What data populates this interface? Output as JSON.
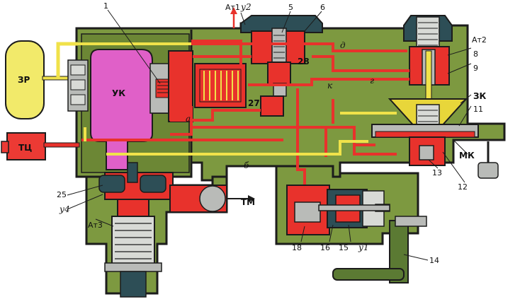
{
  "diagram": {
    "components": {
      "zr": "ЗР",
      "tc": "ТЦ",
      "uk": "УК",
      "tm": "ТМ",
      "zk": "ЗК",
      "mk": "МК"
    },
    "ports": {
      "at1": "Ат1",
      "at2": "Ат2",
      "at3": "Ат3"
    },
    "seals": {
      "u1": "у1",
      "u2": "у2",
      "u4": "у4"
    },
    "channels": {
      "a": "а",
      "b": "б",
      "g": "г",
      "d": "д",
      "k": "к"
    },
    "callouts": {
      "n1": "1",
      "n5": "5",
      "n6": "6",
      "n8": "8",
      "n9": "9",
      "n11": "11",
      "n12": "12",
      "n13": "13",
      "n14": "14",
      "n15": "15",
      "n16": "16",
      "n18": "18",
      "n25": "25",
      "n27": "27",
      "n28": "28"
    }
  },
  "colors": {
    "body_green": "#7d9940",
    "body_green_dark": "#556b22",
    "outline": "#1c1c1c",
    "air_red": "#e8322c",
    "uk_pink": "#e060c8",
    "zr_yellow": "#f2ea6a",
    "channel_yellow": "#f0e24a",
    "zk_yellow": "#e8d63a",
    "cap_teal": "#2d4e56",
    "steel_grey": "#b9bbb8",
    "metal_light": "#d8dad6",
    "handle_green": "#5b7a33"
  }
}
